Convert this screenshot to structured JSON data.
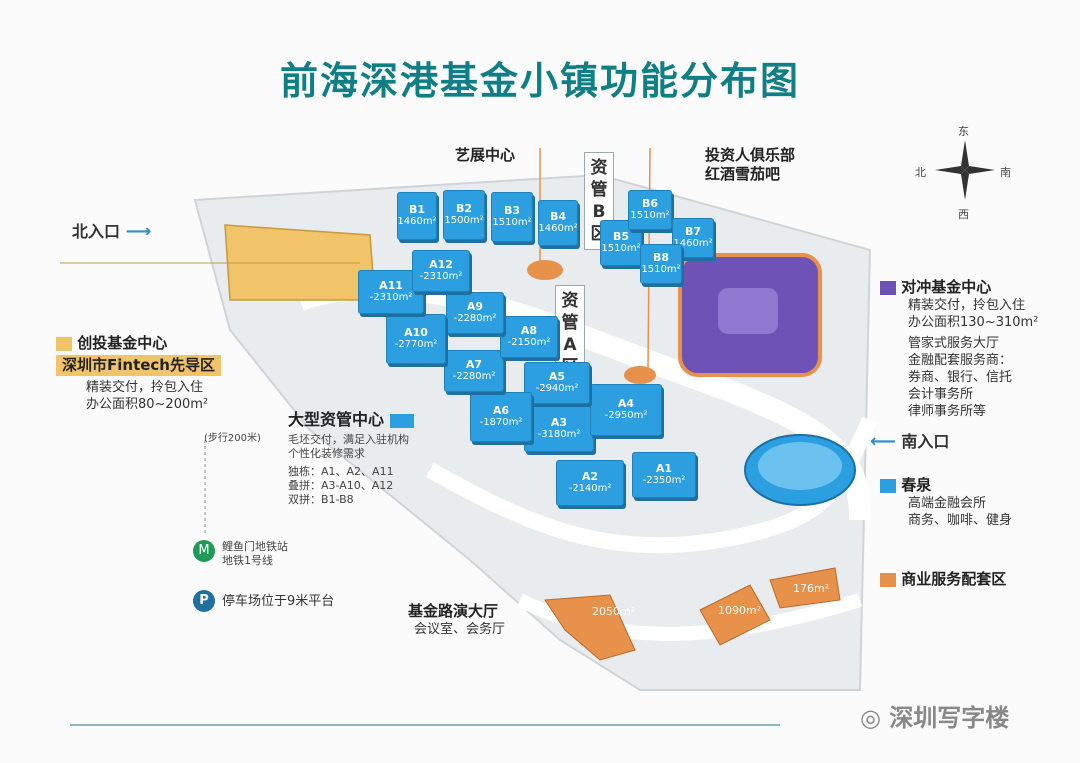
{
  "title": "前海深港基金小镇功能分布图",
  "entrances": {
    "north": "北入口",
    "south": "南入口"
  },
  "compass": {
    "east": "东",
    "south": "南",
    "west": "西",
    "north": "北"
  },
  "callouts": {
    "art_center": "艺展中心",
    "investor_club": {
      "line1": "投资人俱乐部",
      "line2": "红酒雪茄吧"
    },
    "zone_b": "资管B区",
    "zone_a": "资管A区"
  },
  "legend": {
    "venture": {
      "title": "创投基金中心",
      "highlight": "深圳市Fintech先导区",
      "line1": "精装交付，拎包入住",
      "line2": "办公面积80~200m²",
      "color": "#f2c46a"
    },
    "hedge": {
      "title": "对冲基金中心",
      "line1": "精装交付，拎包入住",
      "line2": "办公面积130~310m²",
      "services_title": "管家式服务大厅",
      "services_line1": "金融配套服务商：",
      "services_line2": "券商、银行、信托",
      "services_line3": "会计事务所",
      "services_line4": "律师事务所等",
      "color": "#6f52b5"
    },
    "asset_mgmt": {
      "title": "大型资管中心",
      "line1": "毛坯交付，满足入驻机构",
      "line2": "个性化装修需求",
      "line3": "独栋：A1、A2、A11",
      "line4": "叠拼：A3-A10、A12",
      "line5": "双拼：B1-B8",
      "color": "#2b9fe0"
    },
    "spring": {
      "title": "春泉",
      "line1": "高端金融会所",
      "line2": "商务、咖啡、健身",
      "color": "#2b9fe0"
    },
    "commercial": {
      "title": "商业服务配套区",
      "color": "#e8914a"
    },
    "roadshow": {
      "title": "基金路演大厅",
      "line1": "会议室、会务厅"
    }
  },
  "walk": "(步行200米)",
  "metro": {
    "line1": "鲤鱼门地铁站",
    "line2": "地铁1号线"
  },
  "parking": {
    "icon": "P",
    "text": "停车场位于9米平台"
  },
  "watermark": "深圳写字楼",
  "buildings_b": [
    {
      "code": "B1",
      "area": "1460m²"
    },
    {
      "code": "B2",
      "area": "1500m²"
    },
    {
      "code": "B3",
      "area": "1510m²"
    },
    {
      "code": "B4",
      "area": "1460m²"
    },
    {
      "code": "B5",
      "area": "1510m²"
    },
    {
      "code": "B6",
      "area": "1510m²"
    },
    {
      "code": "B7",
      "area": "1460m²"
    },
    {
      "code": "B8",
      "area": "1510m²"
    }
  ],
  "buildings_a": [
    {
      "code": "A1",
      "area": "-2350m²"
    },
    {
      "code": "A2",
      "area": "-2140m²"
    },
    {
      "code": "A3",
      "area": "-3180m²"
    },
    {
      "code": "A4",
      "area": "-2950m²"
    },
    {
      "code": "A5",
      "area": "-2940m²"
    },
    {
      "code": "A6",
      "area": "-1870m²"
    },
    {
      "code": "A7",
      "area": "-2280m²"
    },
    {
      "code": "A8",
      "area": "-2150m²"
    },
    {
      "code": "A9",
      "area": "-2280m²"
    },
    {
      "code": "A10",
      "area": "-2770m²"
    },
    {
      "code": "A11",
      "area": "-2310m²"
    },
    {
      "code": "A12",
      "area": "-2310m²"
    }
  ],
  "commercial_areas": {
    "c1": "2050m²",
    "c2": "1090m²",
    "c3": "176m²"
  }
}
